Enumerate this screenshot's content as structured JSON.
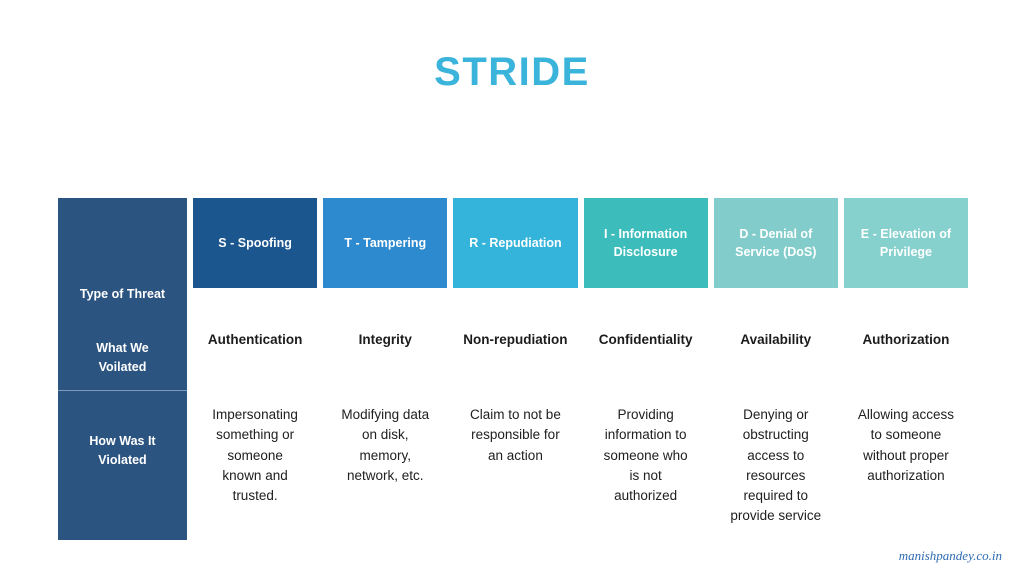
{
  "title": "STRIDE",
  "theme": {
    "title_color": "#3ab4db",
    "label_column_color": "#2c5480",
    "watermark_color": "#2e6bb0",
    "background": "#ffffff"
  },
  "row_labels": {
    "type_of_threat": "Type of Threat",
    "what_we_violated": "What We\nVoilated",
    "how_was_it_violated": "How Was It\nViolated"
  },
  "columns": [
    {
      "header": "S - Spoofing",
      "header_color": "#1b568f",
      "violated": "Authentication",
      "how": "Impersonating something or someone known and trusted."
    },
    {
      "header": "T - Tampering",
      "header_color": "#2e8ace",
      "violated": "Integrity",
      "how": "Modifying data on disk, memory, network, etc."
    },
    {
      "header": "R - Repudiation",
      "header_color": "#35b4db",
      "violated": "Non-repudiation",
      "how": "Claim to not be responsible for an action"
    },
    {
      "header": "I - Information Disclosure",
      "header_color": "#3cbdbb",
      "violated": "Confidentiality",
      "how": "Providing information to someone who is not authorized"
    },
    {
      "header": "D - Denial of Service (DoS)",
      "header_color": "#82cdcb",
      "violated": "Availability",
      "how": "Denying or obstructing access to resources required to provide service"
    },
    {
      "header": "E - Elevation of Privilege",
      "header_color": "#86d0ce",
      "violated": "Authorization",
      "how": "Allowing access to someone without proper authorization"
    }
  ],
  "watermark": "manishpandey.co.in"
}
